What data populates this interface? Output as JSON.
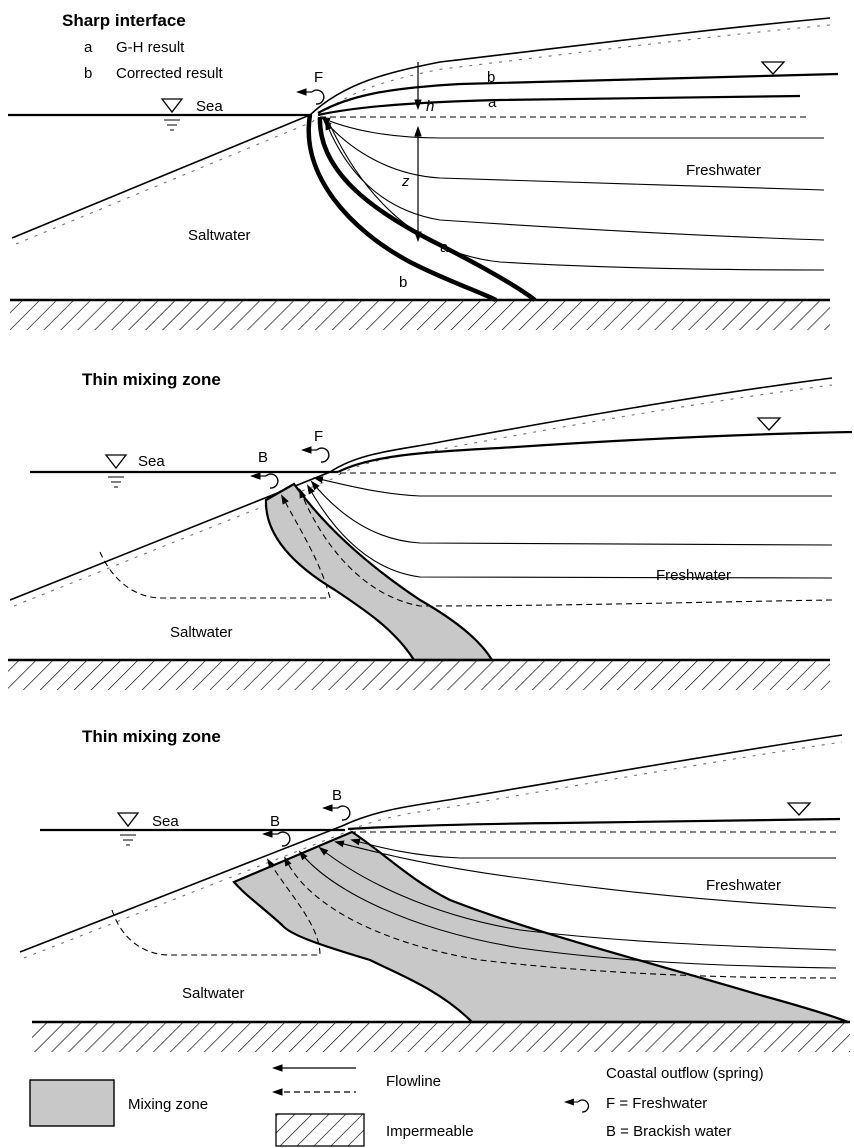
{
  "panels": [
    {
      "title": "Sharp interface",
      "legend_a_key": "a",
      "legend_a_text": "G-H result",
      "legend_b_key": "b",
      "legend_b_text": "Corrected result",
      "sea": "Sea",
      "saltwater": "Saltwater",
      "freshwater": "Freshwater",
      "outflow_f": "F",
      "h": "h",
      "z": "z",
      "curve_a": "a",
      "curve_b": "b"
    },
    {
      "title": "Thin mixing zone",
      "sea": "Sea",
      "saltwater": "Saltwater",
      "freshwater": "Freshwater",
      "outflow_b": "B",
      "outflow_f": "F"
    },
    {
      "title": "Thin mixing zone",
      "sea": "Sea",
      "saltwater": "Saltwater",
      "freshwater": "Freshwater",
      "outflow_b1": "B",
      "outflow_b2": "B"
    }
  ],
  "legend": {
    "mixing_zone": "Mixing zone",
    "flowline": "Flowline",
    "impermeable": "Impermeable",
    "outflow_title": "Coastal outflow (spring)",
    "outflow_f": "F = Freshwater",
    "outflow_b": "B = Brackish water"
  },
  "colors": {
    "mixing_zone_fill": "#c8c8c8",
    "lines": "#000000"
  }
}
